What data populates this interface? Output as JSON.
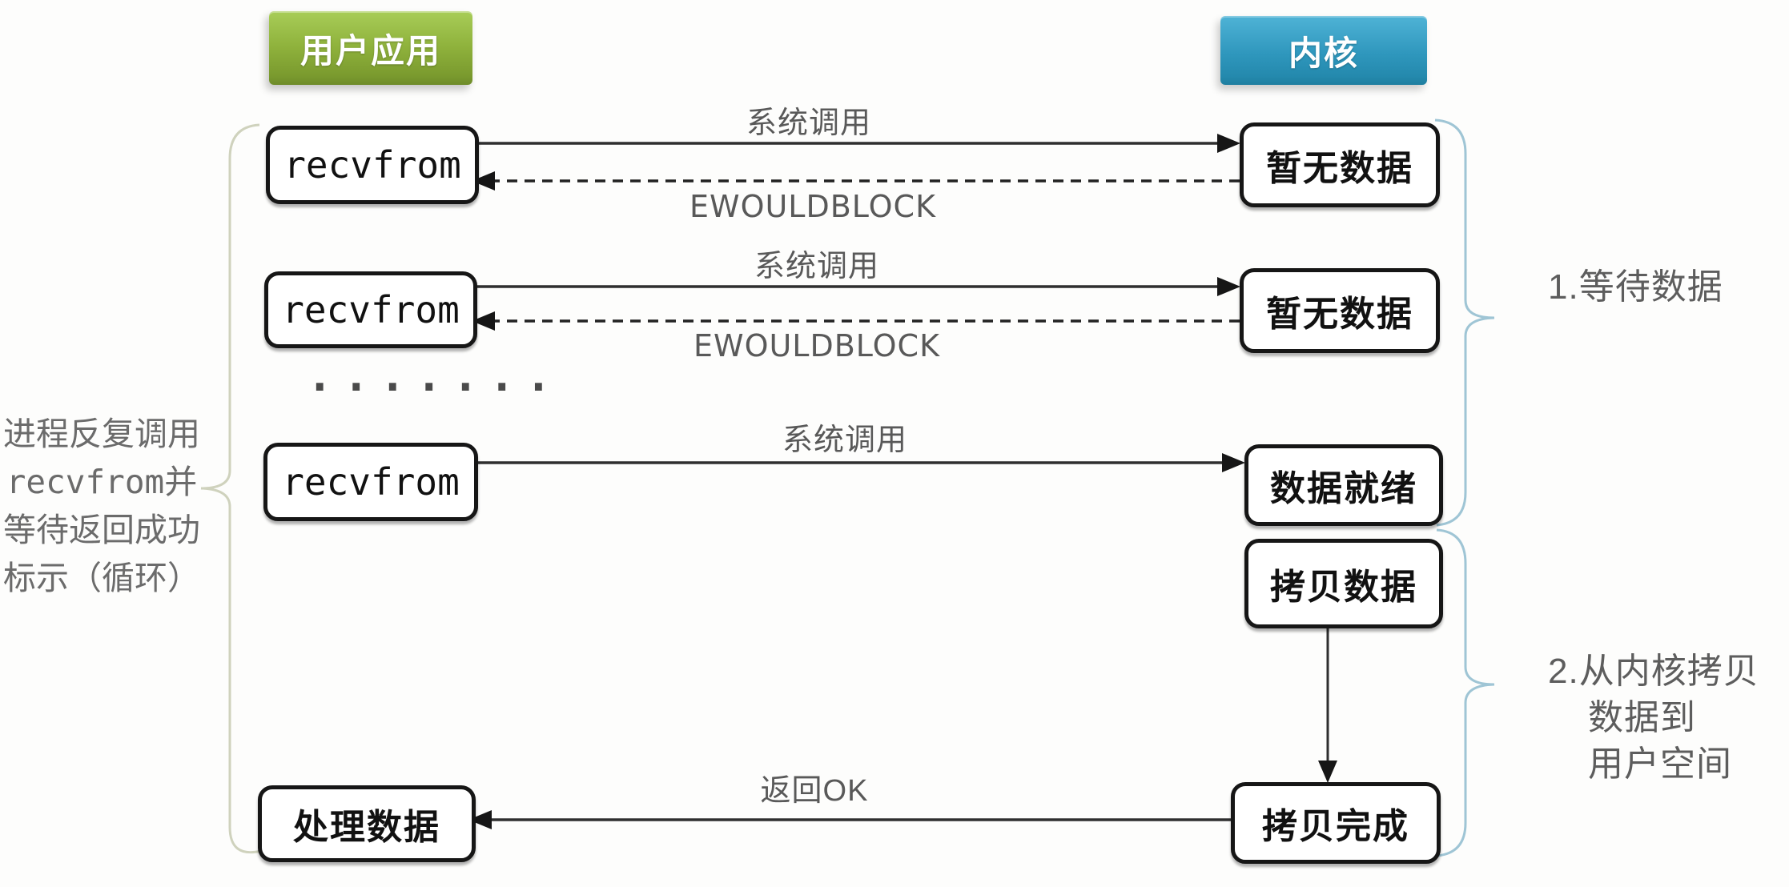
{
  "headers": {
    "user_app": "用户应用",
    "kernel": "内核"
  },
  "left_note": {
    "lines": [
      "进程反复调用",
      "recvfrom并",
      "等待返回成功",
      "标示（循环）"
    ]
  },
  "rows": {
    "row1": {
      "caller": "recvfrom",
      "syscall_label": "系统调用",
      "return_label": "EWOULDBLOCK",
      "kernel_state": "暂无数据"
    },
    "row2": {
      "caller": "recvfrom",
      "syscall_label": "系统调用",
      "return_label": "EWOULDBLOCK",
      "kernel_state": "暂无数据"
    },
    "ellipsis": "·······",
    "row3": {
      "caller": "recvfrom",
      "syscall_label": "系统调用",
      "kernel_state": "数据就绪"
    }
  },
  "copy_phase": {
    "copy_box": "拷贝数据",
    "done_box": "拷贝完成",
    "process_box": "处理数据",
    "return_label": "返回OK"
  },
  "annotations": {
    "phase1": "1.等待数据",
    "phase2_lines": [
      "2.从内核拷贝",
      "数据到",
      "用户空间"
    ]
  },
  "colors": {
    "user_app_green_top": "#a8cd58",
    "user_app_green_bottom": "#6f8c2a",
    "kernel_blue_top": "#4fb3d6",
    "kernel_blue_bottom": "#1f7f9f",
    "box_border": "#161616",
    "arrow": "#2f2f2f",
    "label_gray": "#595959",
    "brace_blue": "#9fc5d5",
    "brace_olive": "#cfd2bd"
  }
}
